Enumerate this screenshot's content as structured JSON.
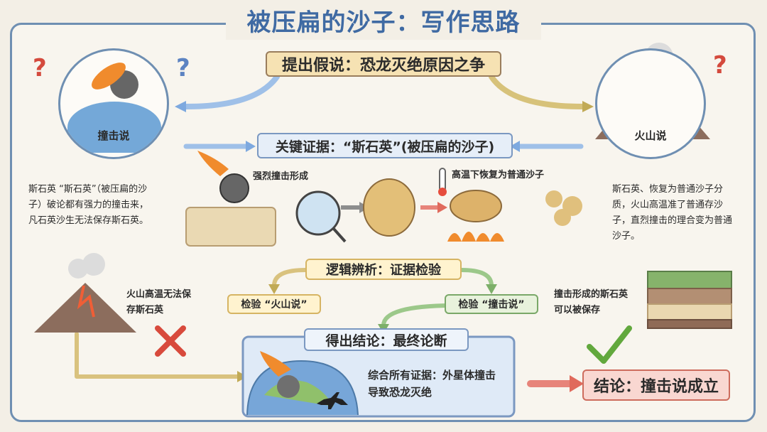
{
  "title": "被压扁的沙子：写作思路",
  "hypothesis": "提出假说：恐龙灭绝原因之争",
  "left_circle_label": "撞击说",
  "right_circle_label": "火山说",
  "key_evidence": "关键证据：“斯石英”(被压扁的沙子)",
  "impact_formation": "强烈撞击形成",
  "high_temp_restore": "高温下恢复为普通沙子",
  "left_text": "斯石英 “斯石英”（被压扁的沙子）破论都有强力的撞击来，凡石英沙生无法保存斯石英。",
  "right_text": "斯石英、恢复为普通沙子分质，火山高温准了普通存沙子，直烈撞击的理合变为普通沙子。",
  "logic": "逻辑辨析：证据检验",
  "test_volcano": "检验 “火山说”",
  "test_impact": "检验 “撞击说”",
  "volcano_note": "火山高温无法保存斯石英",
  "impact_note": "撞击形成的斯石英可以被保存",
  "conclusion_header": "得出结论：最终论断",
  "summary_text": "综合所有证据：外星体撞击导致恐龙灭绝",
  "final_conclusion": "结论：撞击说成立"
}
